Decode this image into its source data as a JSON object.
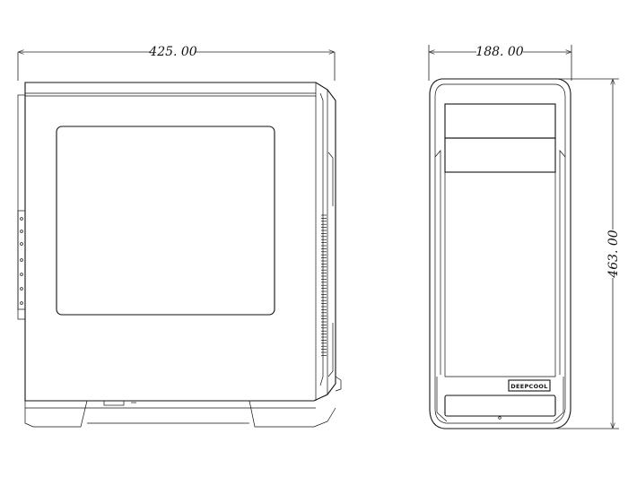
{
  "dimensions": {
    "length": "425. 00",
    "width": "188. 00",
    "height": "463. 00"
  },
  "front_view": {
    "brand_label": "DEEPCOOL"
  }
}
